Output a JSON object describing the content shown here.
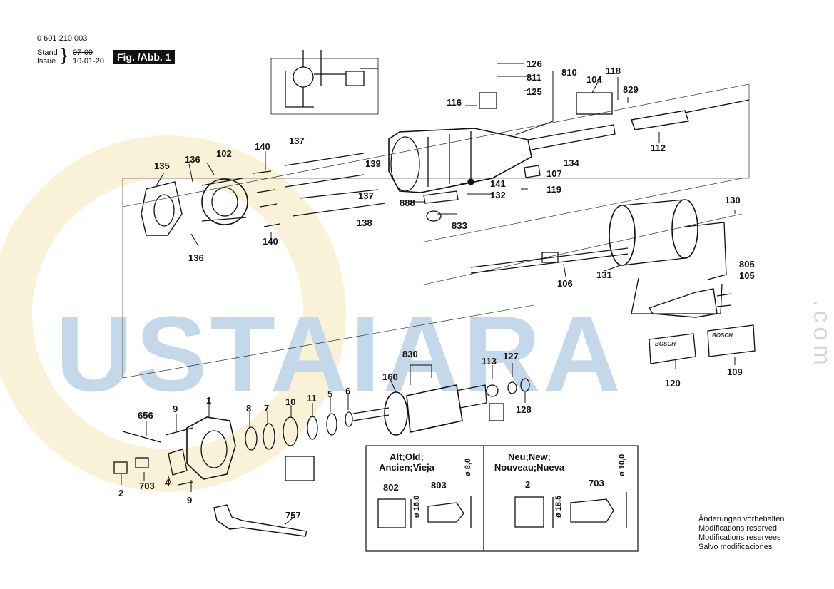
{
  "header": {
    "part_number": "0 601 210 003",
    "stand_label": "Stand",
    "issue_label": "Issue",
    "stand_value": "07-09",
    "issue_value": "10-01-20",
    "figure_label": "Fig. /Abb. 1"
  },
  "parts": [
    {
      "id": "p126",
      "text": "126"
    },
    {
      "id": "p811",
      "text": "811"
    },
    {
      "id": "p810",
      "text": "810"
    },
    {
      "id": "p125",
      "text": "125"
    },
    {
      "id": "p116",
      "text": "116"
    },
    {
      "id": "p104",
      "text": "104"
    },
    {
      "id": "p118",
      "text": "118"
    },
    {
      "id": "p829",
      "text": "829"
    },
    {
      "id": "p112",
      "text": "112"
    },
    {
      "id": "p134",
      "text": "134"
    },
    {
      "id": "p107",
      "text": "107"
    },
    {
      "id": "p141",
      "text": "141"
    },
    {
      "id": "p132",
      "text": "132"
    },
    {
      "id": "p119",
      "text": "119"
    },
    {
      "id": "p888",
      "text": "888"
    },
    {
      "id": "p833",
      "text": "833"
    },
    {
      "id": "p135",
      "text": "135"
    },
    {
      "id": "p136a",
      "text": "136"
    },
    {
      "id": "p102",
      "text": "102"
    },
    {
      "id": "p140a",
      "text": "140"
    },
    {
      "id": "p137a",
      "text": "137"
    },
    {
      "id": "p139",
      "text": "139"
    },
    {
      "id": "p137b",
      "text": "137"
    },
    {
      "id": "p138",
      "text": "138"
    },
    {
      "id": "p136b",
      "text": "136"
    },
    {
      "id": "p140b",
      "text": "140"
    },
    {
      "id": "p130",
      "text": "130"
    },
    {
      "id": "p805",
      "text": "805"
    },
    {
      "id": "p105",
      "text": "105"
    },
    {
      "id": "p131",
      "text": "131"
    },
    {
      "id": "p106",
      "text": "106"
    },
    {
      "id": "p830",
      "text": "830"
    },
    {
      "id": "p160",
      "text": "160"
    },
    {
      "id": "p113",
      "text": "113"
    },
    {
      "id": "p127",
      "text": "127"
    },
    {
      "id": "p128",
      "text": "128"
    },
    {
      "id": "p120",
      "text": "120"
    },
    {
      "id": "p109",
      "text": "109"
    },
    {
      "id": "p1",
      "text": "1"
    },
    {
      "id": "p8",
      "text": "8"
    },
    {
      "id": "p7",
      "text": "7"
    },
    {
      "id": "p10",
      "text": "10"
    },
    {
      "id": "p11",
      "text": "11"
    },
    {
      "id": "p5",
      "text": "5"
    },
    {
      "id": "p6",
      "text": "6"
    },
    {
      "id": "p656",
      "text": "656"
    },
    {
      "id": "p9a",
      "text": "9"
    },
    {
      "id": "p2",
      "text": "2"
    },
    {
      "id": "p703",
      "text": "703"
    },
    {
      "id": "p4",
      "text": "4"
    },
    {
      "id": "p9b",
      "text": "9"
    },
    {
      "id": "p757",
      "text": "757"
    }
  ],
  "inset": {
    "old_title": "Alt;Old;\nAncien;Vieja",
    "new_title": "Neu;New;\nNouveau;Nueva",
    "old_parts": [
      "802",
      "803"
    ],
    "new_parts": [
      "2",
      "703"
    ],
    "old_dims": [
      "ø 16,0",
      "ø 8,0"
    ],
    "new_dims": [
      "ø 18,5",
      "ø 10,0"
    ]
  },
  "plates": {
    "brand": "BOSCH"
  },
  "notes": [
    "Änderungen vorbehalten",
    "Modifications reserved",
    "Modifications reservees",
    "Salvo modificaciones"
  ],
  "watermark": {
    "main": "USTAIARA",
    "side": ".com",
    "color_blue": "#bcd3e6",
    "color_gold": "#f3dfa6"
  }
}
